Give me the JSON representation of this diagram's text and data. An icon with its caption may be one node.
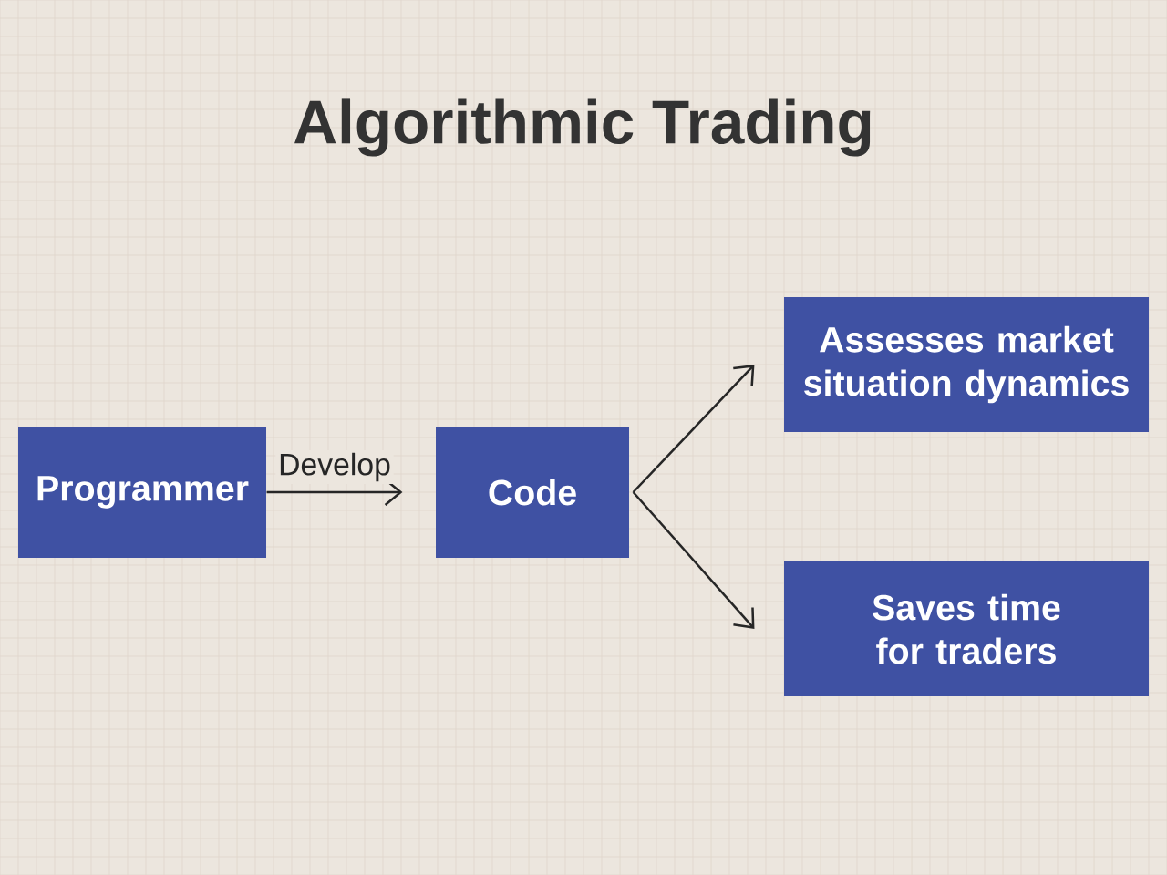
{
  "diagram": {
    "title": "Algorithmic Trading",
    "nodes": [
      {
        "text": [
          "Programmer"
        ]
      },
      {
        "text": [
          "Code"
        ]
      },
      {
        "text": [
          "Assesses market situation dynamics"
        ]
      },
      {
        "text": [
          "Saves time for traders"
        ]
      }
    ],
    "edges": [
      {
        "from": 0,
        "to": 1,
        "arrow": "to",
        "label": "Develop"
      },
      {
        "from": 1,
        "to": 2,
        "arrow": "to"
      },
      {
        "from": 1,
        "to": 3,
        "arrow": "to"
      }
    ]
  }
}
